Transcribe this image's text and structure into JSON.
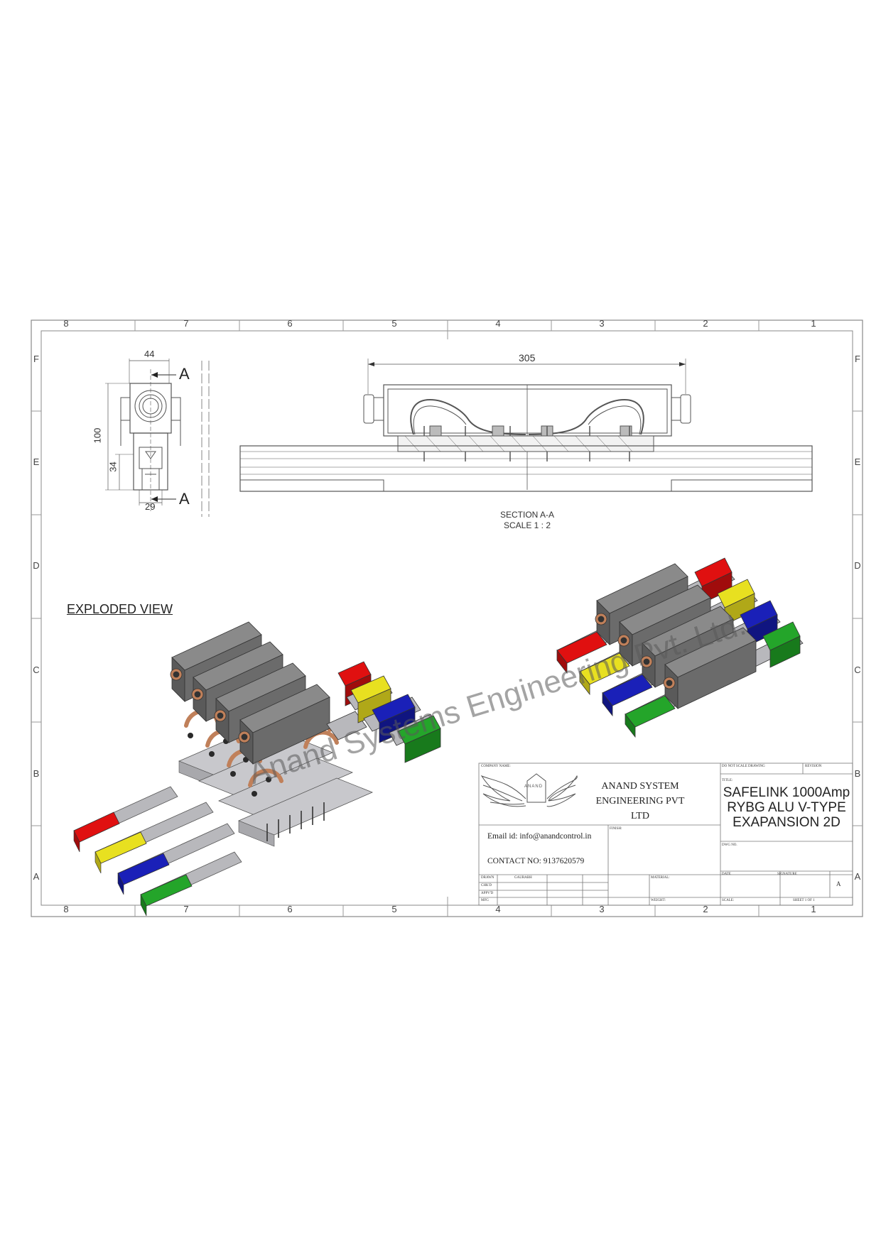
{
  "frame": {
    "column_labels": [
      "8",
      "7",
      "6",
      "5",
      "4",
      "3",
      "2",
      "1"
    ],
    "row_labels": [
      "F",
      "E",
      "D",
      "C",
      "B",
      "A"
    ]
  },
  "dimensions": {
    "width_top": "44",
    "height_total": "100",
    "height_lower": "34",
    "width_bottom": "29",
    "section_length": "305",
    "section_marker_top": "A",
    "section_marker_bottom": "A"
  },
  "section_caption": {
    "line1": "SECTION A-A",
    "line2": "SCALE 1 : 2"
  },
  "exploded_view_label": "EXPLODED VIEW",
  "watermark": "Anand Systems Engineering Pvt. Ltd.",
  "title_block": {
    "company_name_label": "COMPANY NAME:",
    "logo_letters": [
      "A",
      "N",
      "A",
      "N",
      "D"
    ],
    "company_line1": "ANAND SYSTEM",
    "company_line2": "ENGINEERING PVT LTD",
    "email": "Email id: info@anandcontrol.in",
    "contact": "CONTACT NO: 9137620579",
    "finish_label": "FINISH:",
    "title_label": "TITLE:",
    "title_line1": "SAFELINK 1000Amp",
    "title_line2": "RYBG ALU V-TYPE",
    "title_line3": "EXAPANSION 2D",
    "top_left_small": "DO NOT SCALE DRAWING",
    "top_right_small": "REVISION",
    "dwg_no_label": "DWG NO.",
    "date_label": "DATE",
    "signature_label": "SIGNATURE",
    "material_label": "MATERIAL:",
    "weight_label": "WEIGHT:",
    "scale_label": "SCALE:",
    "sheet_label": "SHEET 1 OF 1",
    "size": "A",
    "rows": [
      {
        "role": "DRAWN",
        "name": "GAURABH"
      },
      {
        "role": "CHK'D",
        "name": ""
      },
      {
        "role": "APPV'D",
        "name": ""
      },
      {
        "role": "MFG",
        "name": ""
      }
    ]
  },
  "colors": {
    "red": "#e01010",
    "yellow": "#e8e020",
    "blue": "#1a20b8",
    "green": "#24a52a",
    "housing": "#6b6b6b",
    "copper": "#c0805a",
    "aluminium": "#b8b8bc",
    "line": "#555555"
  }
}
